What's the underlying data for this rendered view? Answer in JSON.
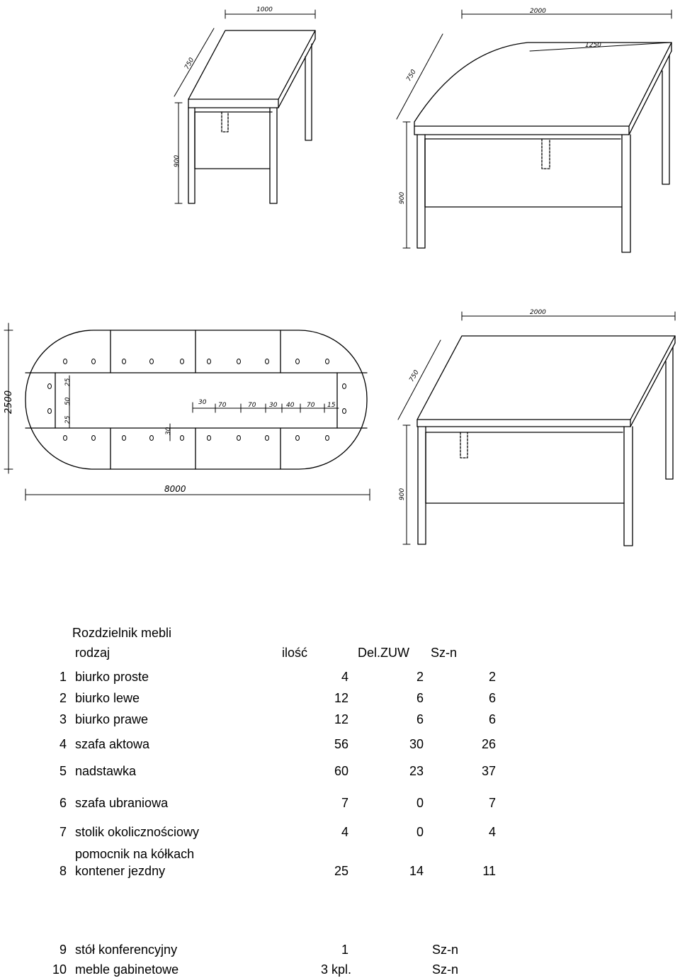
{
  "drawings": {
    "desk_straight": {
      "width": "1000",
      "depth": "750",
      "height": "900"
    },
    "desk_corner": {
      "width": "2000",
      "depth": "750",
      "inner": "1250",
      "height": "900"
    },
    "conference_table": {
      "length": "8000",
      "width": "2500",
      "spacing": [
        "30",
        "70",
        "70",
        "30",
        "40",
        "70",
        "15"
      ],
      "side": [
        "25",
        "50",
        "25"
      ],
      "gap": "30"
    },
    "desk_wide": {
      "width": "2000",
      "depth": "750",
      "height": "900"
    }
  },
  "table": {
    "title": "Rozdzielnik mebli",
    "headers": {
      "rodzaj": "rodzaj",
      "ilosc": "ilość",
      "del": "Del.ZUW",
      "szn": "Sz-n"
    },
    "rows": [
      {
        "n": "1",
        "name": "biurko proste",
        "ilosc": "4",
        "del": "2",
        "szn": "2"
      },
      {
        "n": "2",
        "name": "biurko lewe",
        "ilosc": "12",
        "del": "6",
        "szn": "6"
      },
      {
        "n": "3",
        "name": "biurko prawe",
        "ilosc": "12",
        "del": "6",
        "szn": "6"
      },
      {
        "n": "4",
        "name": "szafa aktowa",
        "ilosc": "56",
        "del": "30",
        "szn": "26"
      },
      {
        "n": "5",
        "name": "nadstawka",
        "ilosc": "60",
        "del": "23",
        "szn": "37"
      },
      {
        "n": "6",
        "name": "szafa ubraniowa",
        "ilosc": "7",
        "del": "0",
        "szn": "7"
      },
      {
        "n": "7",
        "name": "stolik okolicznościowy",
        "ilosc": "4",
        "del": "0",
        "szn": "4"
      },
      {
        "n": "8",
        "name_line1": "pomocnik na kółkach",
        "name": "kontener jezdny",
        "ilosc": "25",
        "del": "14",
        "szn": "11"
      },
      {
        "n": "9",
        "name": "stół konferencyjny",
        "ilosc": "1",
        "dest": "Sz-n"
      },
      {
        "n": "10",
        "name": "meble gabinetowe",
        "ilosc": "3 kpl.",
        "dest": "Sz-n"
      }
    ]
  }
}
